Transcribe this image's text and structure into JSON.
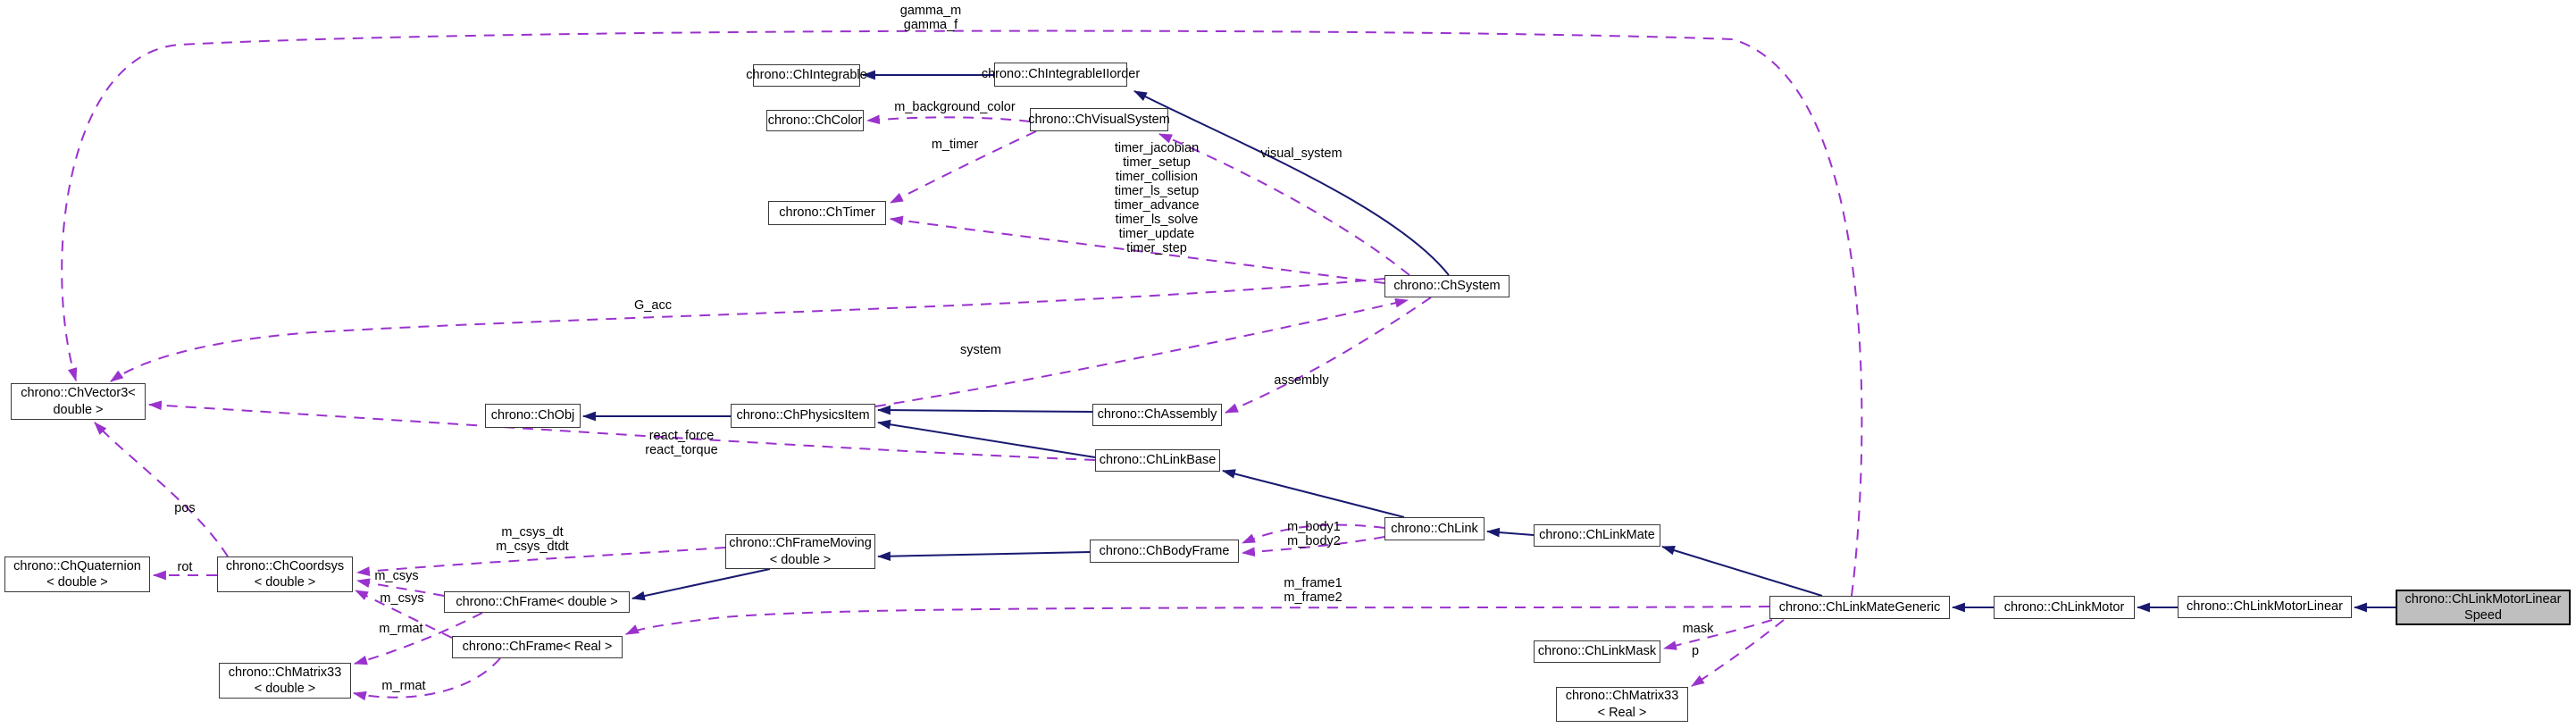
{
  "diagram": {
    "kind": "doxygen-collaboration-diagram",
    "colors": {
      "background": "#ffffff",
      "inheritance_edge": "#191970",
      "usage_edge": "#9a32cd",
      "node_background": "#ffffff",
      "node_border": "#3a3a3a",
      "highlight_background": "#bfbfbf",
      "text": "#000000"
    },
    "nodes": [
      {
        "id": "chintegrable",
        "label": "chrono::ChIntegrable"
      },
      {
        "id": "chintegrableiiorder",
        "label": "chrono::ChIntegrableIIorder"
      },
      {
        "id": "chcolor",
        "label": "chrono::ChColor"
      },
      {
        "id": "chvisualsystem",
        "label": "chrono::ChVisualSystem"
      },
      {
        "id": "chtimer",
        "label": "chrono::ChTimer"
      },
      {
        "id": "chsystem",
        "label": "chrono::ChSystem"
      },
      {
        "id": "chvector3-double",
        "label": "chrono::ChVector3<\ndouble >"
      },
      {
        "id": "chobj",
        "label": "chrono::ChObj"
      },
      {
        "id": "chphysicsitem",
        "label": "chrono::ChPhysicsItem"
      },
      {
        "id": "chassembly",
        "label": "chrono::ChAssembly"
      },
      {
        "id": "chlinkbase",
        "label": "chrono::ChLinkBase"
      },
      {
        "id": "chlink",
        "label": "chrono::ChLink"
      },
      {
        "id": "chlinkmate",
        "label": "chrono::ChLinkMate"
      },
      {
        "id": "chquaternion-double",
        "label": "chrono::ChQuaternion\n< double >"
      },
      {
        "id": "chcoordsys-double",
        "label": "chrono::ChCoordsys\n< double >"
      },
      {
        "id": "chframemoving-double",
        "label": "chrono::ChFrameMoving\n< double >"
      },
      {
        "id": "chbodyframe",
        "label": "chrono::ChBodyFrame"
      },
      {
        "id": "chframe-double",
        "label": "chrono::ChFrame< double >"
      },
      {
        "id": "chframe-real",
        "label": "chrono::ChFrame< Real >"
      },
      {
        "id": "chmatrix33-double",
        "label": "chrono::ChMatrix33\n< double >"
      },
      {
        "id": "chlinkmategeneric",
        "label": "chrono::ChLinkMateGeneric"
      },
      {
        "id": "chlinkmotor",
        "label": "chrono::ChLinkMotor"
      },
      {
        "id": "chlinkmotorlinear",
        "label": "chrono::ChLinkMotorLinear"
      },
      {
        "id": "chlinkmotorlinearspeed",
        "label": "chrono::ChLinkMotorLinear\nSpeed"
      },
      {
        "id": "chlinkmask",
        "label": "chrono::ChLinkMask"
      },
      {
        "id": "chmatrix33-real",
        "label": "chrono::ChMatrix33\n< Real >"
      }
    ],
    "edge_labels": [
      {
        "id": "gamma",
        "text": "gamma_m\ngamma_f"
      },
      {
        "id": "m_background_color",
        "text": "m_background_color"
      },
      {
        "id": "m_timer",
        "text": "m_timer"
      },
      {
        "id": "timers",
        "text": "timer_jacobian\ntimer_setup\ntimer_collision\ntimer_ls_setup\ntimer_advance\ntimer_ls_solve\ntimer_update\ntimer_step"
      },
      {
        "id": "visual_system",
        "text": "visual_system"
      },
      {
        "id": "g_acc",
        "text": "G_acc"
      },
      {
        "id": "system",
        "text": "system"
      },
      {
        "id": "assembly",
        "text": "assembly"
      },
      {
        "id": "react",
        "text": "react_force\nreact_torque"
      },
      {
        "id": "pos",
        "text": "pos"
      },
      {
        "id": "rot",
        "text": "rot"
      },
      {
        "id": "m_csys_dt",
        "text": "m_csys_dt\nm_csys_dtdt"
      },
      {
        "id": "m_csys_a",
        "text": "m_csys"
      },
      {
        "id": "m_csys_b",
        "text": "m_csys"
      },
      {
        "id": "m_rmat_a",
        "text": "m_rmat"
      },
      {
        "id": "m_rmat_b",
        "text": "m_rmat"
      },
      {
        "id": "m_body",
        "text": "m_body1\nm_body2"
      },
      {
        "id": "m_frame",
        "text": "m_frame1\nm_frame2"
      },
      {
        "id": "mask",
        "text": "mask"
      },
      {
        "id": "p",
        "text": "p"
      }
    ]
  }
}
